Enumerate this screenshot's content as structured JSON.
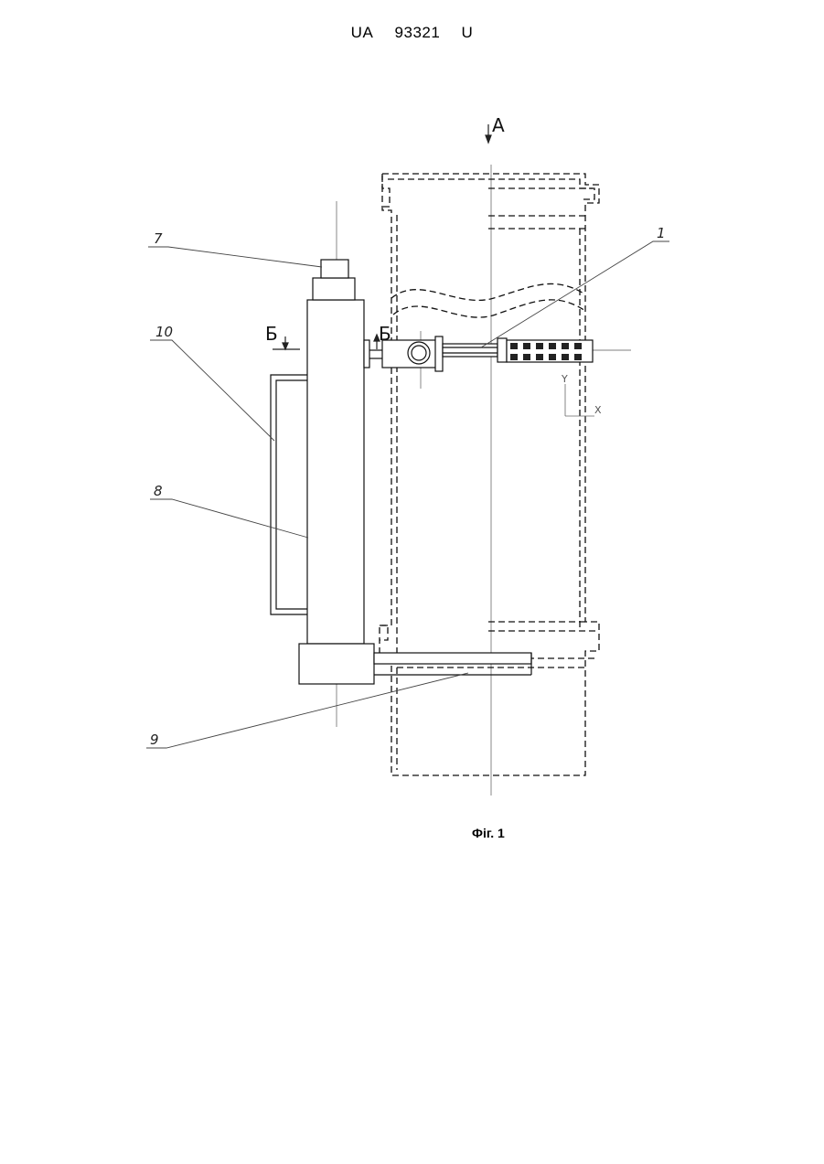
{
  "header": {
    "country": "UA",
    "number": "93321",
    "kind": "U"
  },
  "figure": {
    "caption": "Фіг. 1",
    "view_marker": "A",
    "section_left": "Б",
    "section_right": "Б",
    "axis_y": "Y",
    "axis_x": "X",
    "callouts": {
      "c1": "1",
      "c7": "7",
      "c8": "8",
      "c9": "9",
      "c10": "10"
    }
  }
}
